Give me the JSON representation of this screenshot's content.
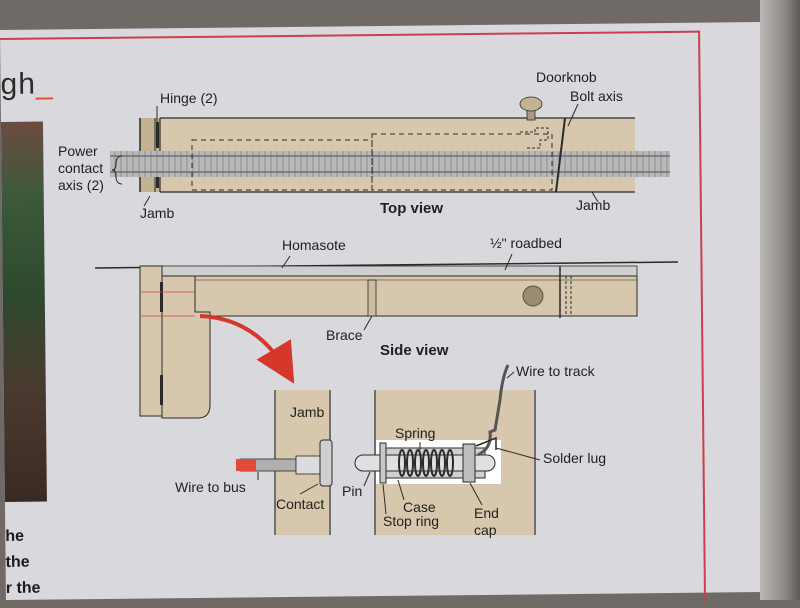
{
  "article": {
    "heading_fragment": "gh",
    "heading_accent": "_",
    "side_text_lines": [
      "he",
      "the",
      "r the"
    ]
  },
  "diagram": {
    "top_view": {
      "title": "Top view",
      "labels": {
        "hinge": "Hinge (2)",
        "power_1": "Power",
        "power_2": "contact",
        "power_3": "axis (2)",
        "jamb_left": "Jamb",
        "doorknob": "Doorknob",
        "bolt_axis": "Bolt axis",
        "jamb_right": "Jamb"
      }
    },
    "side_view": {
      "title": "Side view",
      "labels": {
        "homasote": "Homasote",
        "roadbed": "½\" roadbed",
        "brace": "Brace"
      }
    },
    "detail": {
      "labels": {
        "jamb": "Jamb",
        "wire_to_bus": "Wire to bus",
        "contact": "Contact",
        "wire_to_track": "Wire to track",
        "spring": "Spring",
        "solder_lug": "Solder lug",
        "pin": "Pin",
        "case": "Case",
        "stop_ring": "Stop ring",
        "end_1": "End",
        "end_2": "cap"
      }
    },
    "colors": {
      "wood": "#d7c8ad",
      "wood_dark": "#c2b292",
      "track": "#b9b9b9",
      "arrow": "#d6372b",
      "line": "#2a2a2a",
      "wire_tip": "#e04a3a"
    }
  }
}
